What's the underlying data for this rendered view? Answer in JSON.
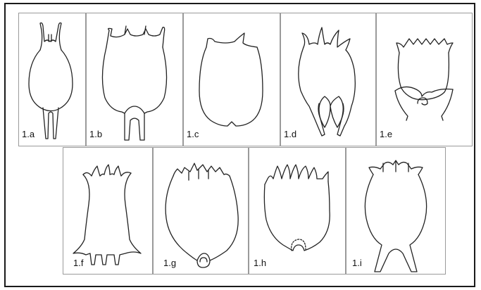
{
  "panels": {
    "a": {
      "label": "1.a"
    },
    "b": {
      "label": "1.b"
    },
    "c": {
      "label": "1.c"
    },
    "d": {
      "label": "1.d"
    },
    "e": {
      "label": "1.e"
    },
    "f": {
      "label": "1.f"
    },
    "g": {
      "label": "1.g"
    },
    "h": {
      "label": "1.h"
    },
    "i": {
      "label": "1.i"
    }
  }
}
